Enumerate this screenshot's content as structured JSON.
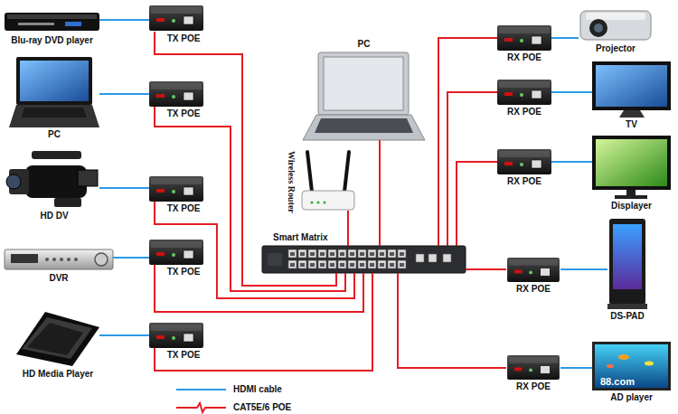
{
  "diagram": {
    "nodes": [
      {
        "text": [
          "Blu-ray DVD player"
        ]
      },
      {
        "text": [
          "TX POE"
        ]
      },
      {
        "text": [
          "PC"
        ]
      },
      {
        "text": [
          "TX POE"
        ]
      },
      {
        "text": [
          "HD DV"
        ]
      },
      {
        "text": [
          "TX POE"
        ]
      },
      {
        "text": [
          "DVR"
        ]
      },
      {
        "text": [
          "TX POE"
        ]
      },
      {
        "text": [
          "HD Media Player"
        ]
      },
      {
        "text": [
          "TX POE"
        ]
      },
      {
        "text": [
          "PC"
        ]
      },
      {
        "text": [
          "Wireless Router"
        ]
      },
      {
        "text": [
          "Smart Matrix"
        ]
      },
      {
        "text": [
          "RX POE"
        ]
      },
      {
        "text": [
          "Projector"
        ]
      },
      {
        "text": [
          "RX POE"
        ]
      },
      {
        "text": [
          "TV"
        ]
      },
      {
        "text": [
          "RX POE"
        ]
      },
      {
        "text": [
          "Displayer"
        ]
      },
      {
        "text": [
          "RX POE"
        ]
      },
      {
        "text": [
          "DS-PAD"
        ]
      },
      {
        "text": [
          "RX POE"
        ]
      },
      {
        "text": [
          "AD player"
        ]
      }
    ],
    "edges": [
      {
        "from": 0,
        "to": 1,
        "arrow": "none"
      },
      {
        "from": 2,
        "to": 3,
        "arrow": "none"
      },
      {
        "from": 4,
        "to": 5,
        "arrow": "none"
      },
      {
        "from": 6,
        "to": 7,
        "arrow": "none"
      },
      {
        "from": 8,
        "to": 9,
        "arrow": "none"
      },
      {
        "from": 1,
        "to": 12,
        "arrow": "none"
      },
      {
        "from": 3,
        "to": 12,
        "arrow": "none"
      },
      {
        "from": 5,
        "to": 12,
        "arrow": "none"
      },
      {
        "from": 7,
        "to": 12,
        "arrow": "none"
      },
      {
        "from": 9,
        "to": 12,
        "arrow": "none"
      },
      {
        "from": 10,
        "to": 12,
        "arrow": "none"
      },
      {
        "from": 11,
        "to": 12,
        "arrow": "none"
      },
      {
        "from": 12,
        "to": 13,
        "arrow": "none"
      },
      {
        "from": 12,
        "to": 15,
        "arrow": "none"
      },
      {
        "from": 12,
        "to": 17,
        "arrow": "none"
      },
      {
        "from": 12,
        "to": 19,
        "arrow": "none"
      },
      {
        "from": 12,
        "to": 21,
        "arrow": "none"
      },
      {
        "from": 13,
        "to": 14,
        "arrow": "none"
      },
      {
        "from": 15,
        "to": 16,
        "arrow": "none"
      },
      {
        "from": 17,
        "to": 18,
        "arrow": "none"
      },
      {
        "from": 19,
        "to": 20,
        "arrow": "none"
      },
      {
        "from": 21,
        "to": 22,
        "arrow": "none"
      }
    ],
    "labels": [
      "88.com"
    ],
    "legend": [
      {
        "text": "HDMI cable"
      },
      {
        "text": "CAT5E/6 POE"
      }
    ]
  }
}
